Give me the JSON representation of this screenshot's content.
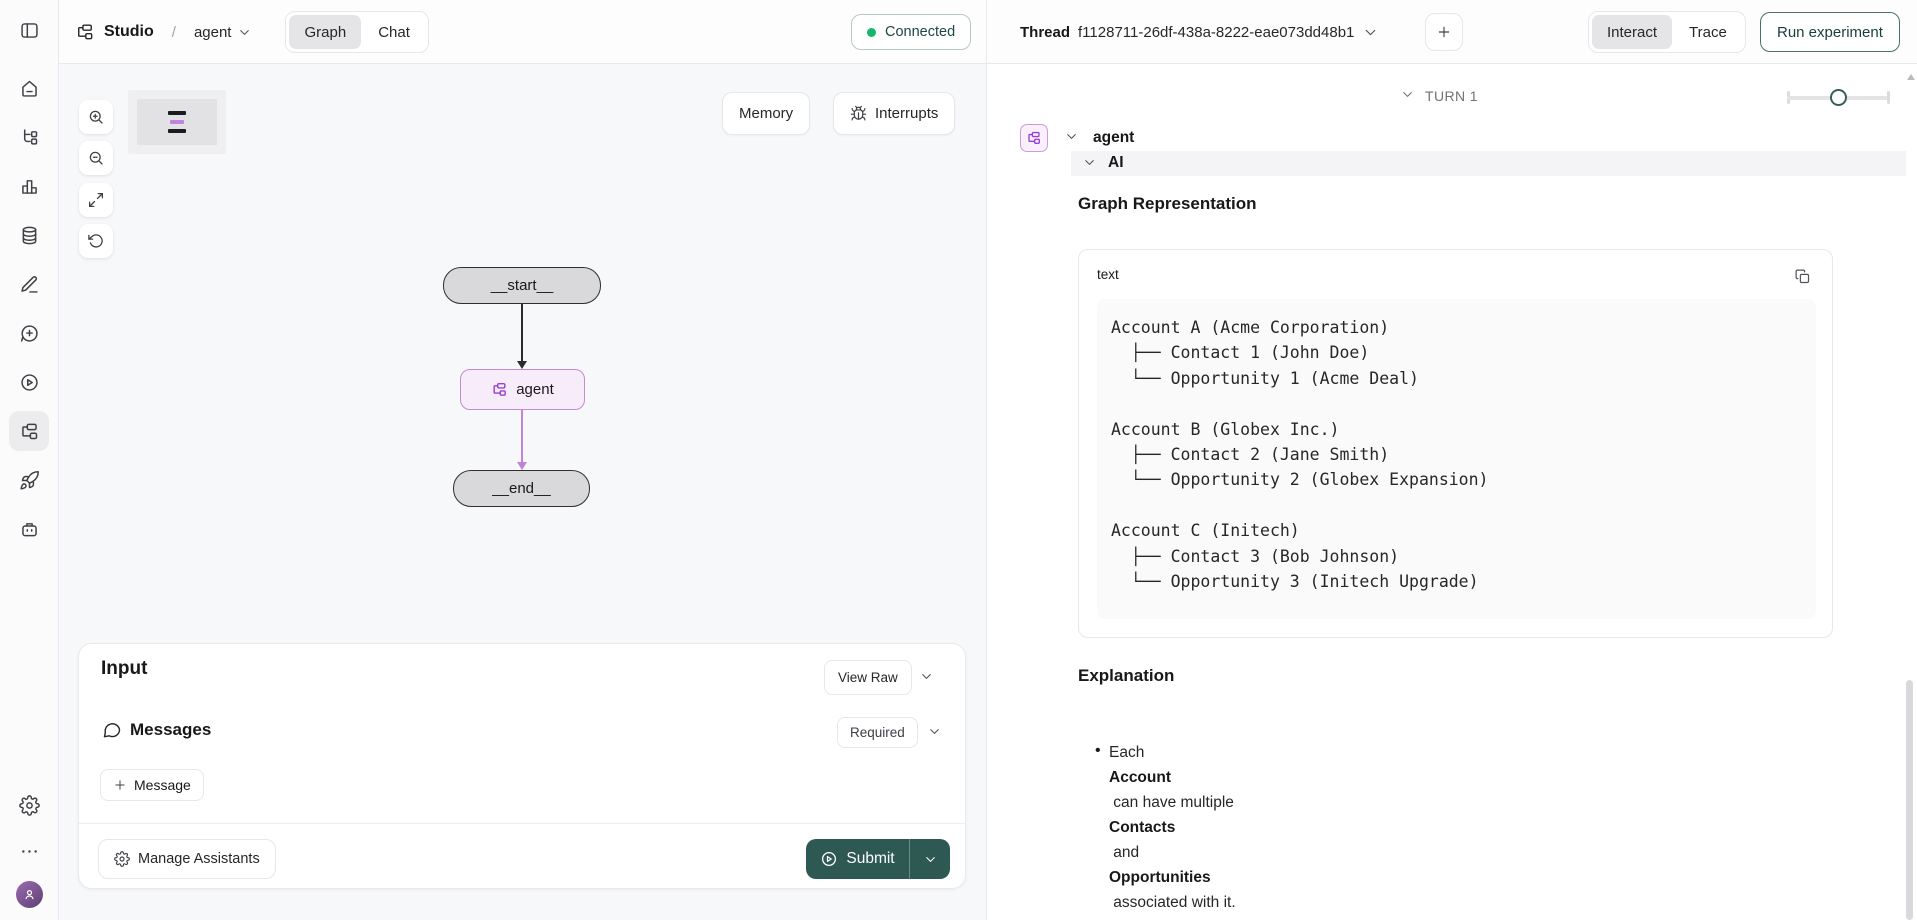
{
  "sidebar": {
    "items": [
      {
        "icon": "home",
        "active": false
      },
      {
        "icon": "workflows",
        "active": false
      },
      {
        "icon": "charts",
        "active": false
      },
      {
        "icon": "datasets",
        "active": false
      },
      {
        "icon": "annotate",
        "active": false
      },
      {
        "icon": "feedback",
        "active": false
      },
      {
        "icon": "playground",
        "active": false
      },
      {
        "icon": "studio",
        "active": true
      },
      {
        "icon": "deployments",
        "active": false
      },
      {
        "icon": "bot",
        "active": false
      }
    ],
    "bottom_icons": [
      "settings",
      "more",
      "account"
    ]
  },
  "topbar": {
    "studio_label": "Studio",
    "separator": "/",
    "assistant_label": "agent",
    "view_toggle": {
      "options": [
        "Graph",
        "Chat"
      ],
      "selected": "Graph"
    },
    "connected_label": "Connected",
    "thread_label": "Thread",
    "thread_id": "f1128711-26df-438a-8222-eae073dd48b1",
    "new_thread_label": "+",
    "mode_toggle": {
      "options": [
        "Interact",
        "Trace"
      ],
      "selected": "Interact"
    },
    "run_experiment_label": "Run experiment"
  },
  "graph_panel": {
    "memory_label": "Memory",
    "interrupts_label": "Interrupts",
    "nodes": {
      "start": "__start__",
      "agent": "agent",
      "end": "__end__"
    }
  },
  "input_panel": {
    "title": "Input",
    "view_raw_label": "View Raw",
    "messages_label": "Messages",
    "required_label": "Required",
    "add_message_label": "Message",
    "manage_assistants_label": "Manage Assistants",
    "submit_label": "Submit"
  },
  "thread_panel": {
    "turn_label": "TURN 1",
    "node_label": "agent",
    "message_role": "AI",
    "section_title": "Graph Representation",
    "code_block": {
      "language_label": "text",
      "lines": [
        "Account A (Acme Corporation)",
        "  ├── Contact 1 (John Doe)",
        "  └── Opportunity 1 (Acme Deal)",
        "",
        "Account B (Globex Inc.)",
        "  ├── Contact 2 (Jane Smith)",
        "  └── Opportunity 2 (Globex Expansion)",
        "",
        "Account C (Initech)",
        "  ├── Contact 3 (Bob Johnson)",
        "  └── Opportunity 3 (Initech Upgrade)"
      ]
    },
    "explanation": {
      "title": "Explanation",
      "bullet_marker": "•",
      "bullet_segments": [
        {
          "text": "Each",
          "bold": false
        },
        {
          "text": "Account",
          "bold": true
        },
        {
          "text": " can have multiple",
          "bold": false
        },
        {
          "text": "Contacts",
          "bold": true
        },
        {
          "text": " and",
          "bold": false
        },
        {
          "text": "Opportunities",
          "bold": true
        },
        {
          "text": " associated with it.",
          "bold": false
        }
      ]
    }
  },
  "colors": {
    "accent_teal": "#2e5852",
    "connected_green": "#12b76a",
    "agent_purple": "#9b3fd1",
    "node_gray_fill": "#d9d9dc",
    "agent_node_fill": "#f7edfa",
    "agent_node_border": "#c788d7"
  }
}
